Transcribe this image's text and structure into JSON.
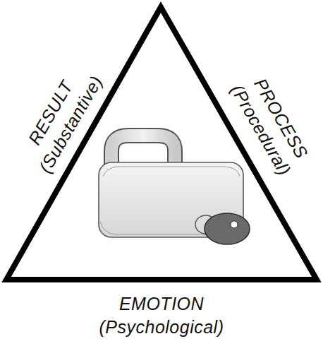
{
  "diagram": {
    "nodes": [
      {
        "text": [
          "RESULT (Substantive)",
          "PROCESS (Procedural)",
          "EMOTION (Psychological)"
        ]
      }
    ]
  }
}
